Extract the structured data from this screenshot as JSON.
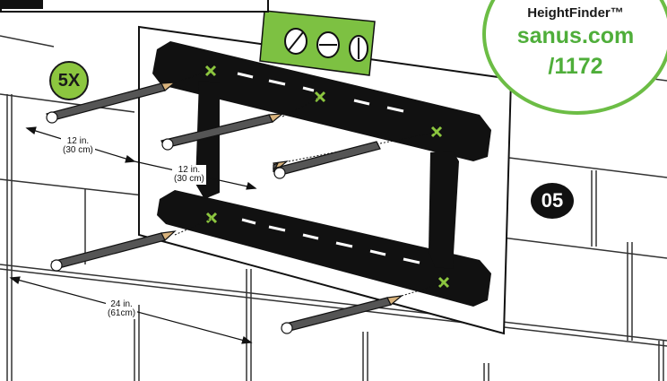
{
  "badge_count": "5X",
  "step_number": "05",
  "promo": {
    "title": "HeightFinder™",
    "link_line1": "sanus.com",
    "link_line2": "/1172",
    "color": "#6cbd45"
  },
  "dimensions": [
    {
      "imperial": "12 in.",
      "metric": "(30 cm)"
    },
    {
      "imperial": "12 in.",
      "metric": "(30 cm)"
    },
    {
      "imperial": "24 in.",
      "metric": "(61cm)"
    }
  ],
  "colors": {
    "bracket": "#111111",
    "level": "#7dc142",
    "marker": "#8cc63f",
    "tile_line": "#333333"
  },
  "icons": [
    "pencil-icon",
    "level-icon",
    "wall-bracket-icon",
    "mark-x-icon"
  ]
}
